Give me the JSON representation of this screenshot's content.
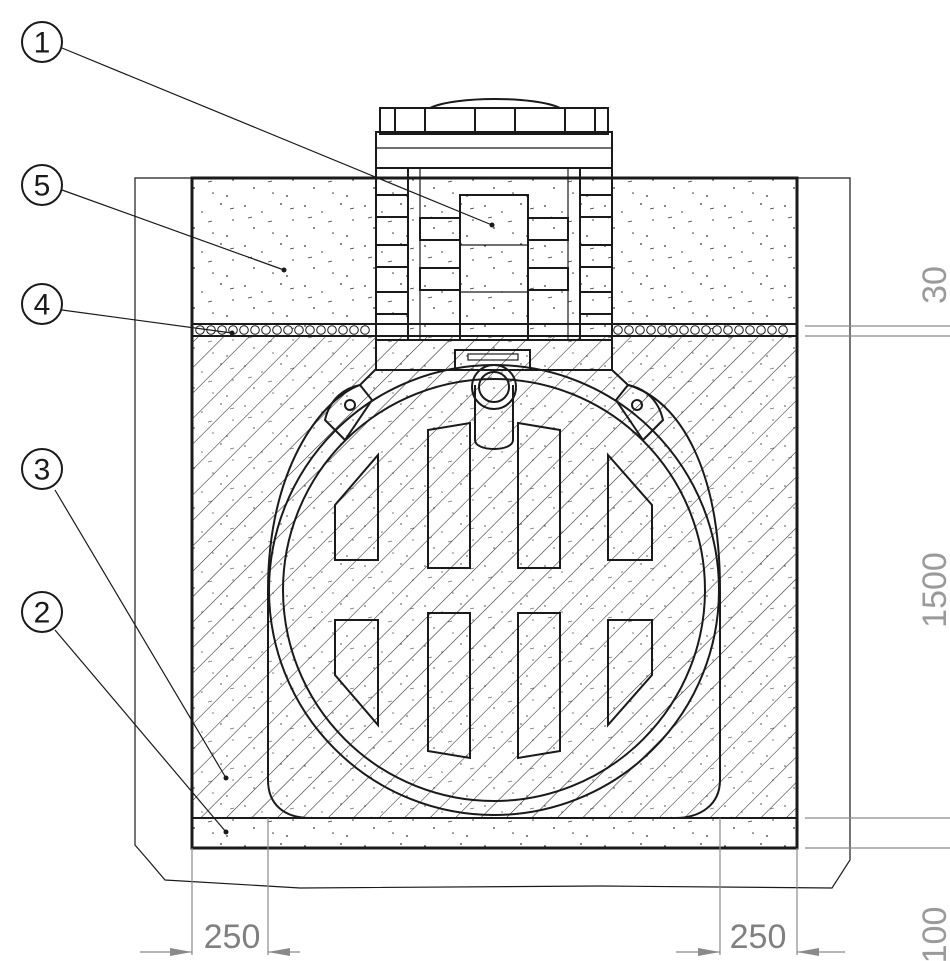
{
  "callouts": [
    {
      "id": "1",
      "label": "1"
    },
    {
      "id": "2",
      "label": "2"
    },
    {
      "id": "3",
      "label": "3"
    },
    {
      "id": "4",
      "label": "4"
    },
    {
      "id": "5",
      "label": "5"
    }
  ],
  "dimensions": {
    "left_width": "250",
    "right_width": "250",
    "top_layer": "30",
    "tank_height": "1500",
    "bottom_layer": "100"
  },
  "colors": {
    "line": "#1a1a1a",
    "dimension": "#8a8a8a",
    "background": "#ffffff"
  }
}
